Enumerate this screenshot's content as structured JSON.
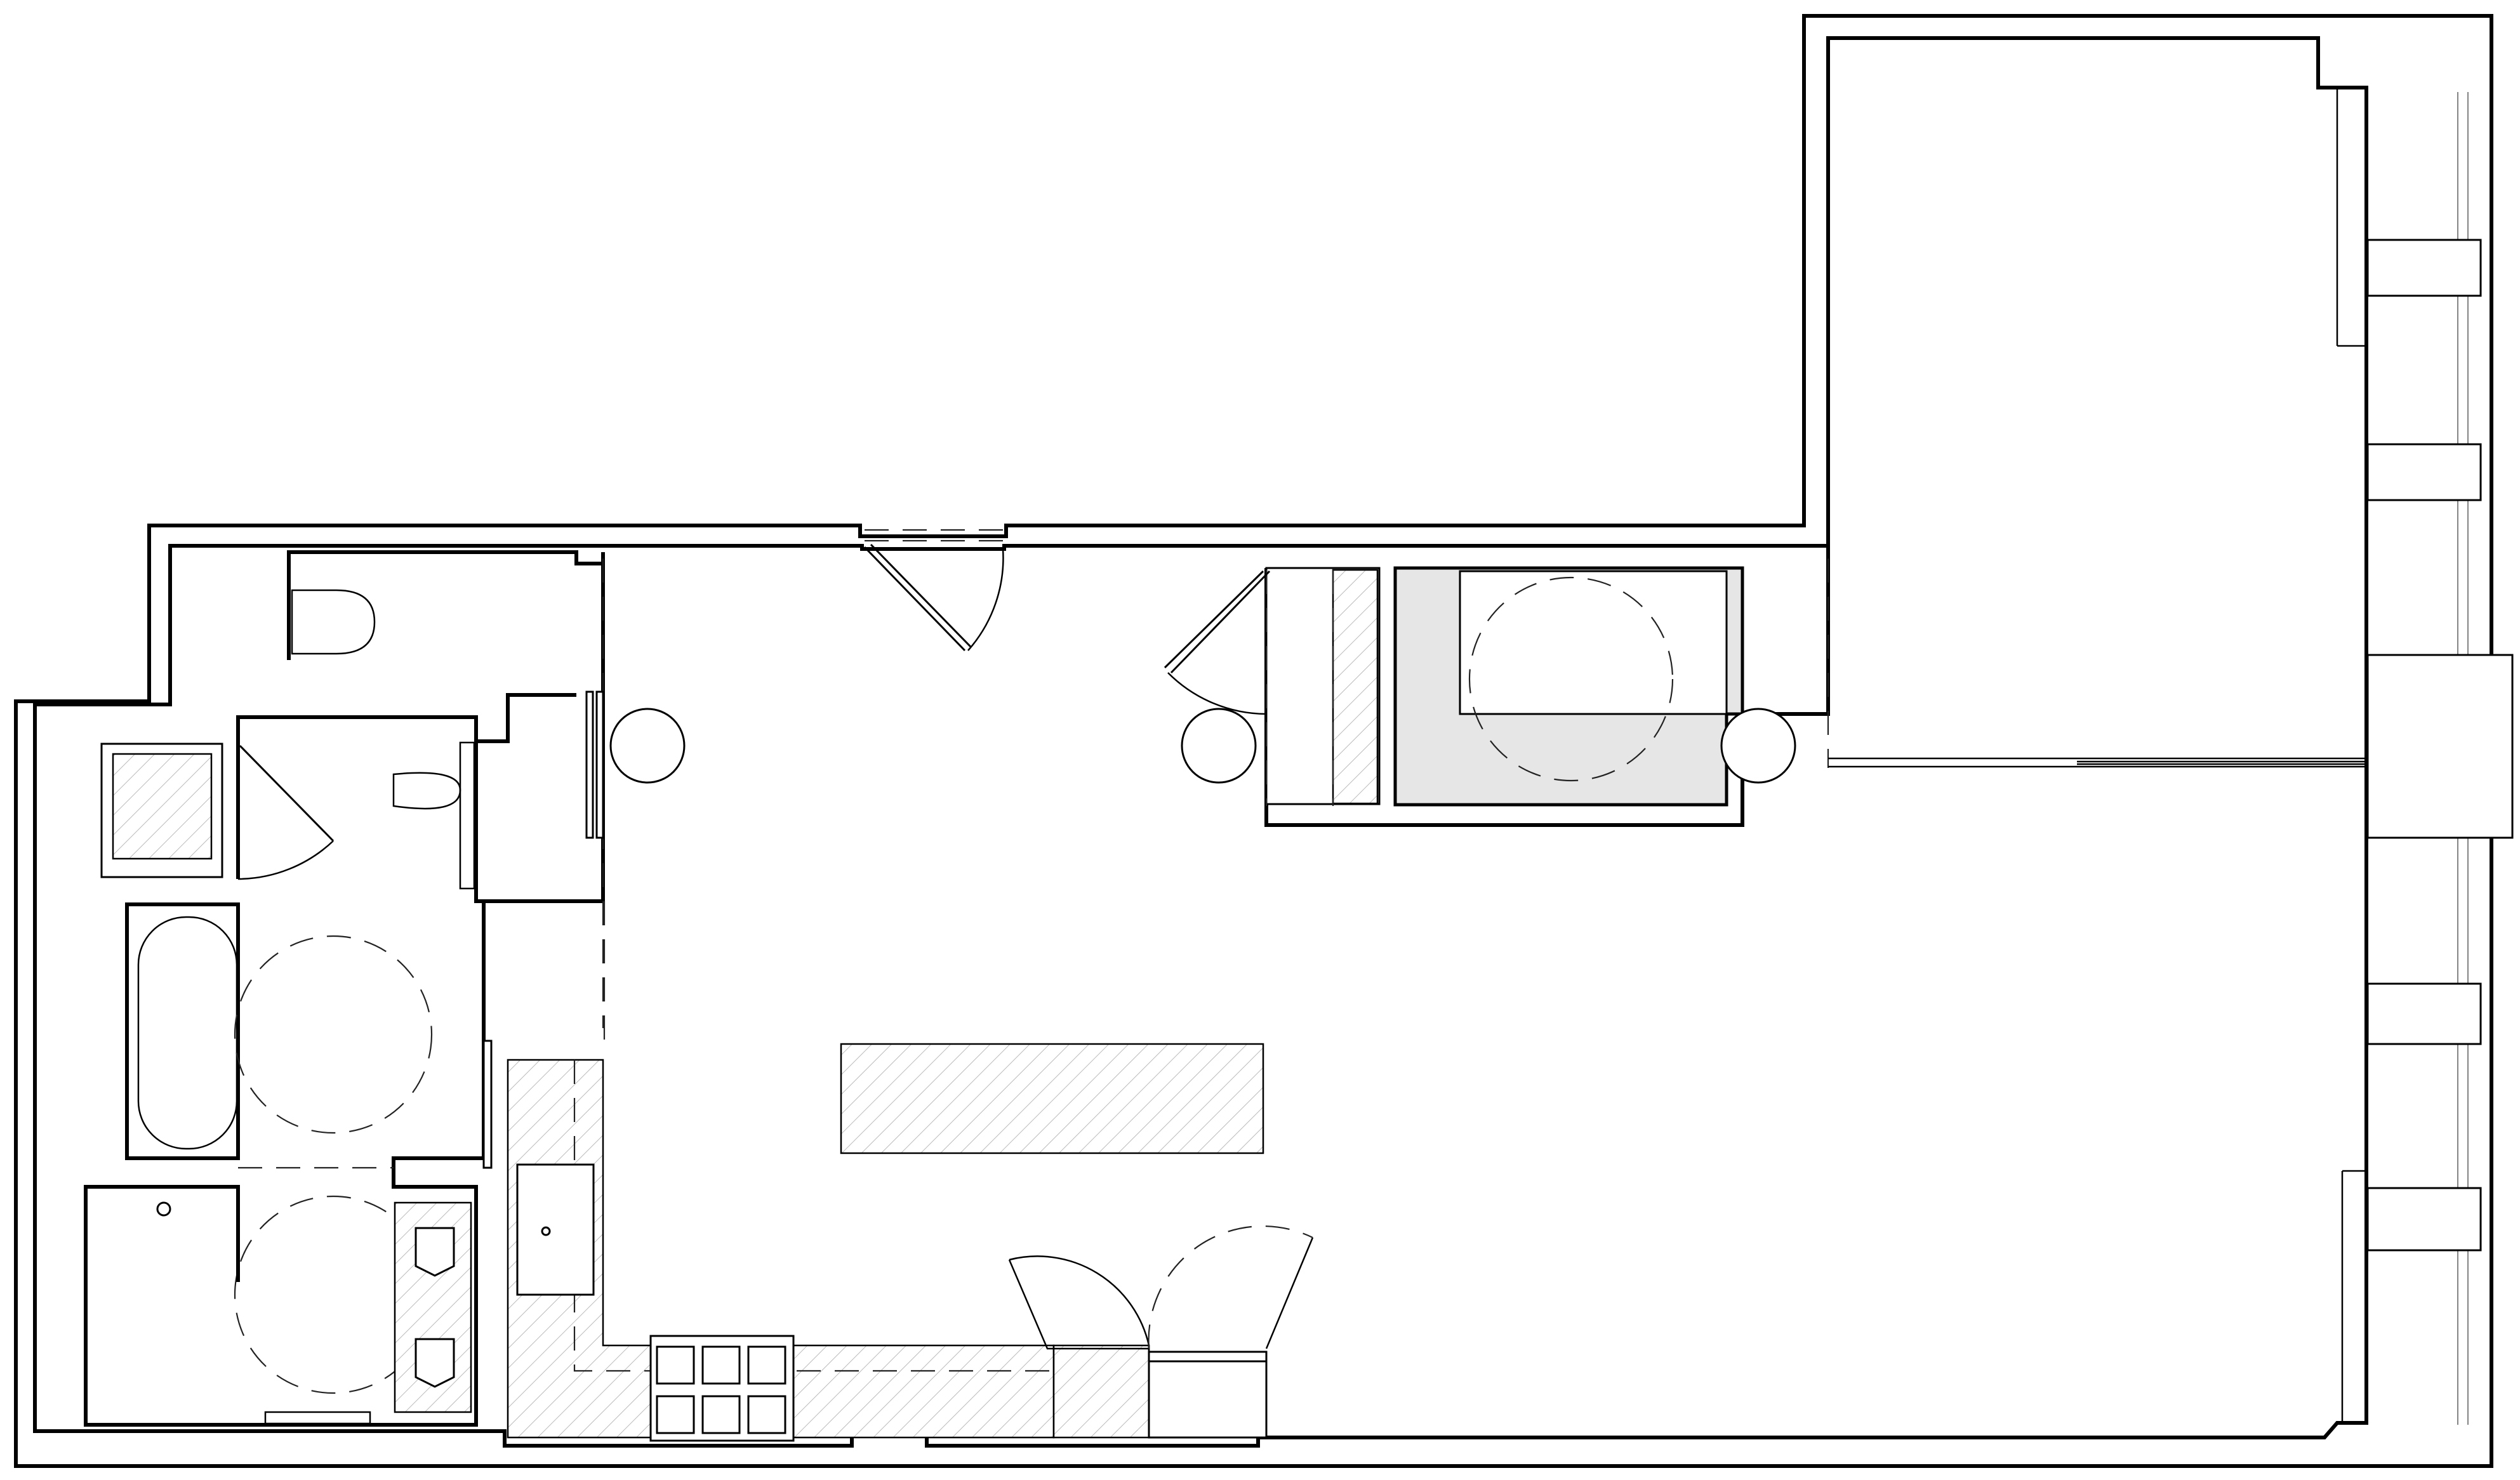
{
  "diagram": {
    "type": "architectural floor plan",
    "text_labels": [],
    "style": {
      "line_color": "#000000",
      "background": "#ffffff",
      "built_in_tone": "#e6e6e6",
      "hatch_color": "#bbbbbb"
    },
    "elements": [
      "exterior-wall",
      "window-wall",
      "entry-door",
      "powder-room",
      "bathroom",
      "bathtub",
      "toilet",
      "shower",
      "double-vanity",
      "closet",
      "kitchen-counter",
      "kitchen-sink",
      "range-cooktop",
      "refrigerator",
      "dishwasher",
      "kitchen-island",
      "storage-closet",
      "sliding-glass-door",
      "columns"
    ]
  }
}
